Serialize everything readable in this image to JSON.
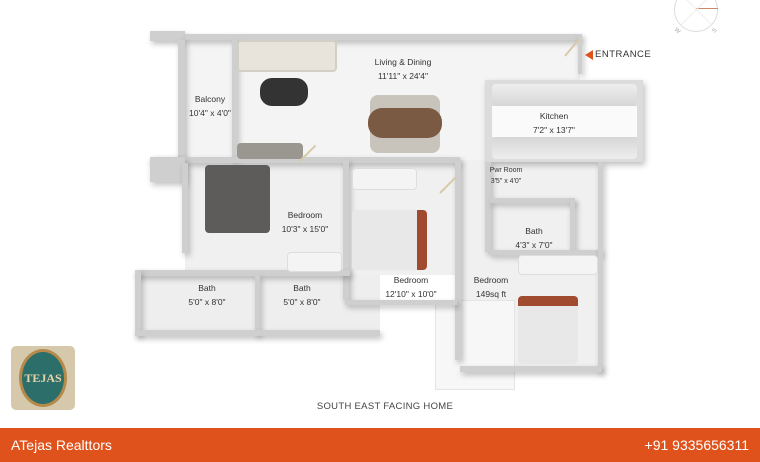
{
  "plan": {
    "entrance": "ENTRANCE",
    "caption": "SOUTH EAST FACING HOME",
    "compass": {
      "letters": [
        "W",
        "S"
      ]
    },
    "rooms": [
      {
        "name": "Living & Dining",
        "size": "11'11\" x 24'4\""
      },
      {
        "name": "Balcony",
        "size": "10'4\" x 4'0\""
      },
      {
        "name": "Kitchen",
        "size": "7'2\" x 13'7\""
      },
      {
        "name": "Pwr Room",
        "size": "3'5\" x 4'0\""
      },
      {
        "name": "Bedroom",
        "size": "10'3\" x 15'0\""
      },
      {
        "name": "Bedroom",
        "size": "12'10\" x 10'0\""
      },
      {
        "name": "Bath",
        "size": "4'3\" x 7'0\""
      },
      {
        "name": "Bedroom",
        "size": "149sq ft"
      },
      {
        "name": "Bath",
        "size": "5'0\" x 8'0\""
      },
      {
        "name": "Bath",
        "size": "5'0\" x 8'0\""
      }
    ]
  },
  "logo": {
    "text": "TEJAS"
  },
  "footer": {
    "company": "ATejas Realttors",
    "phone": "+91 9335656311"
  },
  "colors": {
    "accent": "#e0521b"
  }
}
